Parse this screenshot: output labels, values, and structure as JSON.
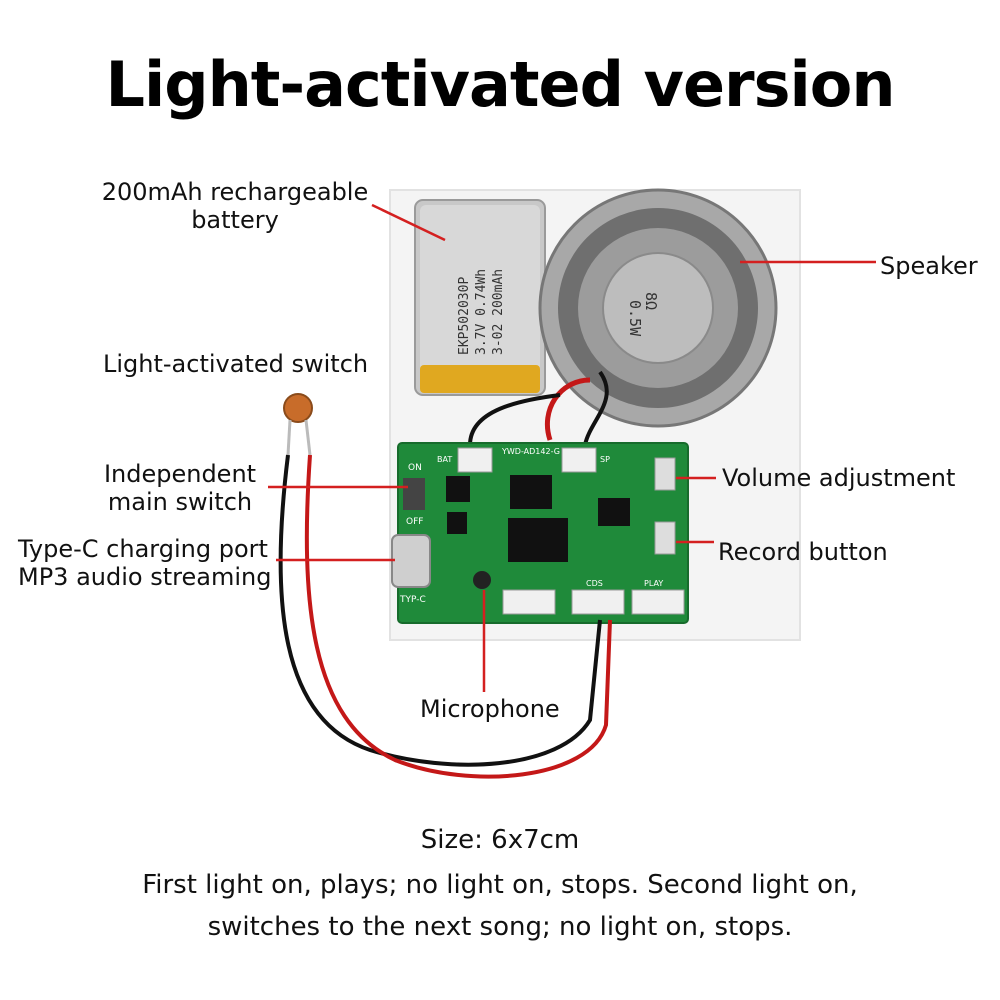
{
  "title": "Light-activated version",
  "labels": {
    "battery_line1": "200mAh rechargeable",
    "battery_line2": "battery",
    "light_switch": "Light-activated switch",
    "main_switch_line1": "Independent",
    "main_switch_line2": "main switch",
    "typec_line1": "Type-C charging port",
    "typec_line2": "MP3 audio streaming",
    "speaker": "Speaker",
    "volume": "Volume adjustment",
    "record": "Record button",
    "microphone": "Microphone"
  },
  "battery_print": {
    "line1": "EKP502030P",
    "line2": "3.7V 0.74Wh",
    "line3": "3-02 200mAh"
  },
  "speaker_print": {
    "line1": "8Ω",
    "line2": "0.5W"
  },
  "board_print": {
    "model": "YWD-AD142-G",
    "on": "ON",
    "off": "OFF",
    "bat": "BAT",
    "spk": "SP",
    "cds": "CDS",
    "play": "PLAY",
    "typec": "TYP-C"
  },
  "footer": {
    "size_label": "Size:",
    "size_value": "6x7cm",
    "line1": "First light on, plays; no light on, stops. Second light on,",
    "line2": "switches to the next song; no light on, stops."
  },
  "colors": {
    "board": "#1f8a3a",
    "annotation_line": "#d42020",
    "battery": "#c9c9c9",
    "speaker": "#8a8a8a"
  }
}
